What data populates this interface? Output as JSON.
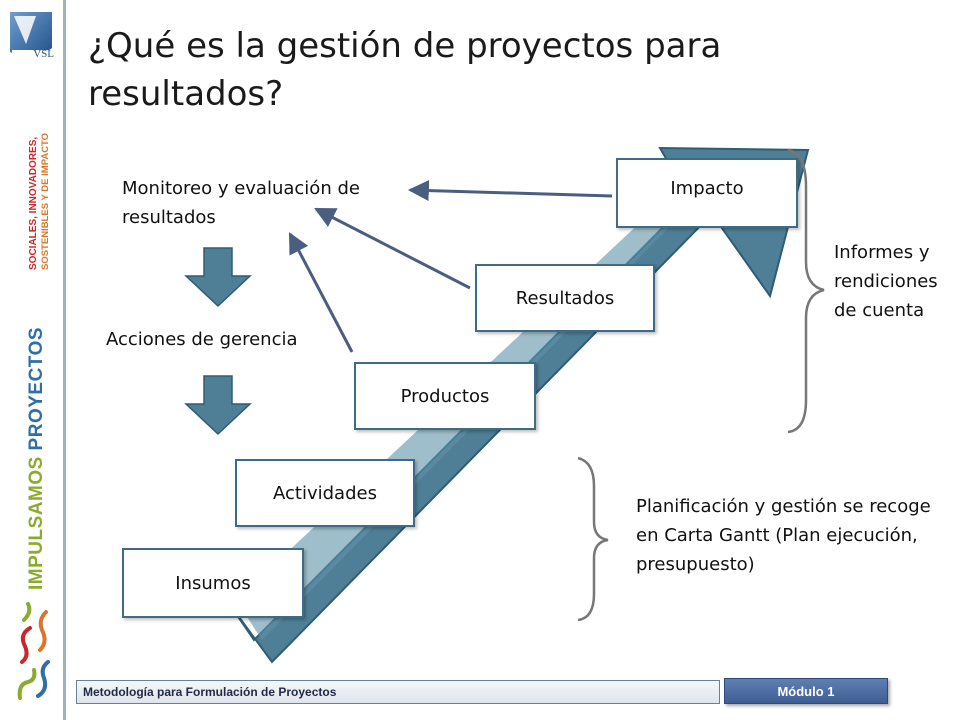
{
  "slide": {
    "title": "¿Qué es la gestión de proyectos para resultados?"
  },
  "branding": {
    "logo_text": "VSL",
    "vertical_main_word1": "IMPULSAMOS",
    "vertical_main_word2": "PROYECTOS",
    "vertical_tagline1": "SOCIALES, INNOVADORES,",
    "vertical_tagline2": "SOSTENIBLES Y DE IMPACTO"
  },
  "diagram": {
    "steps": [
      "Insumos",
      "Actividades",
      "Productos",
      "Resultados",
      "Impacto"
    ],
    "monitoring_label": "Monitoreo y evaluación de resultados",
    "management_label": "Acciones de gerencia",
    "reporting_label": "Informes y rendiciones de cuenta",
    "planning_label": "Planificación y gestión se recoge en Carta Gantt (Plan ejecución, presupuesto)",
    "colors": {
      "big_arrow": "#4e7f96",
      "big_arrow_dark": "#2f5d73",
      "down_arrows": "#4e7f96",
      "feedback_arrows": "#4a5e80",
      "box_border": "#3e6c84",
      "brace": "#777777"
    }
  },
  "footer": {
    "course_title": "Metodología para Formulación de Proyectos",
    "module_label": "Módulo 1",
    "module_color": "#4a6aa0"
  }
}
